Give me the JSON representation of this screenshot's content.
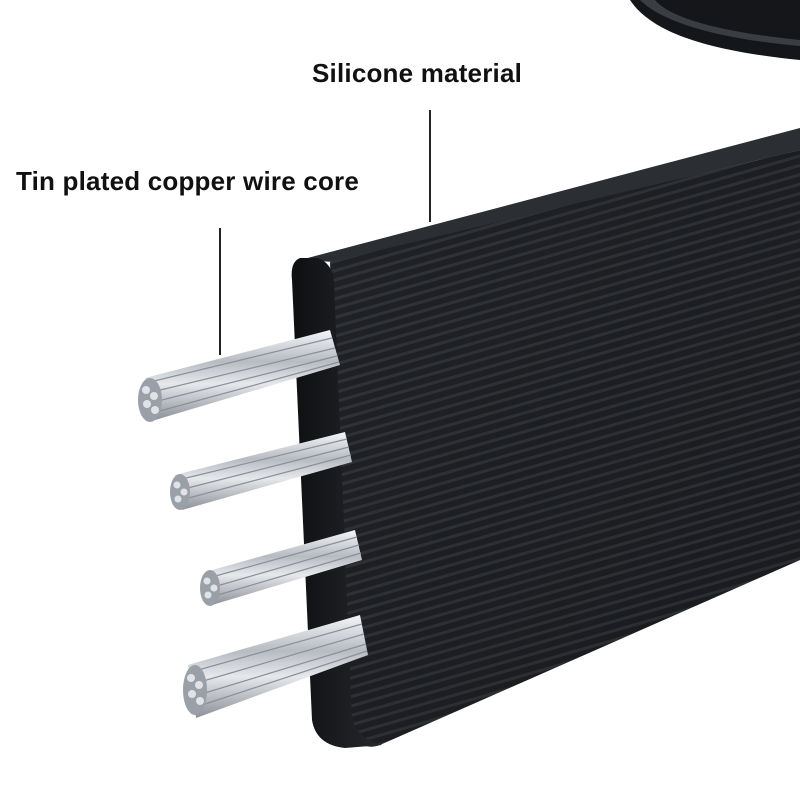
{
  "labels": {
    "silicone": "Silicone material",
    "core": "Tin plated copper wire core"
  },
  "colors": {
    "background": "#ffffff",
    "cable": "#1b1d20",
    "cable_highlight": "#3a3d42",
    "wire": "#c9ccd1",
    "text": "#111111"
  },
  "wire_count": 4
}
